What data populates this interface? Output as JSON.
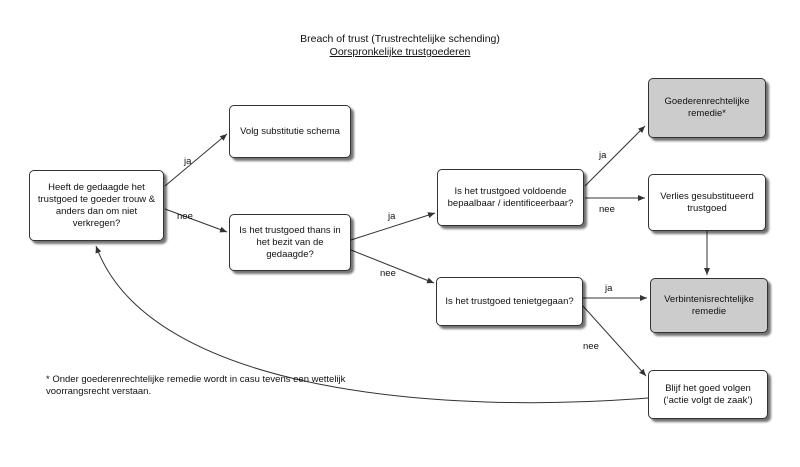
{
  "diagram": {
    "title": "Breach of trust (Trustrechtelijke schending)",
    "subtitle": "Oorspronkelijke trustgoederen",
    "nodes": {
      "start": "Heeft de gedaagde het trustgoed te goeder trouw & anders dan om niet verkregen?",
      "substitution": "Volg substitutie schema",
      "in_possession": "Is het trustgoed thans in het bezit van de gedaagde?",
      "identifiable": "Is het trustgoed voldoende bepaalbaar / identificeerbaar?",
      "lost": "Is het trustgoed tenietgegaan?",
      "property_remedy": "Goederenrechtelijke remedie*",
      "lose_substitute": "Verlies gesubstitueerd trustgoed",
      "obligation_remedy": "Verbintenisrechtelijke remedie",
      "keep_following": "Blijf het goed volgen (‘actie volgt de zaak’)"
    },
    "edge_labels": {
      "start_ja": "ja",
      "start_nee": "nee",
      "possession_ja": "ja",
      "possession_nee": "nee",
      "identifiable_ja": "ja",
      "identifiable_nee": "nee",
      "lost_ja": "ja",
      "lost_nee": "nee"
    },
    "footnote": "* Onder goederenrechtelijke remedie wordt in casu tevens een wettelijk voorrangsrecht verstaan.",
    "colors": {
      "box_fill": "#ffffff",
      "shaded_fill": "#cccccc",
      "stroke": "#333333"
    }
  }
}
